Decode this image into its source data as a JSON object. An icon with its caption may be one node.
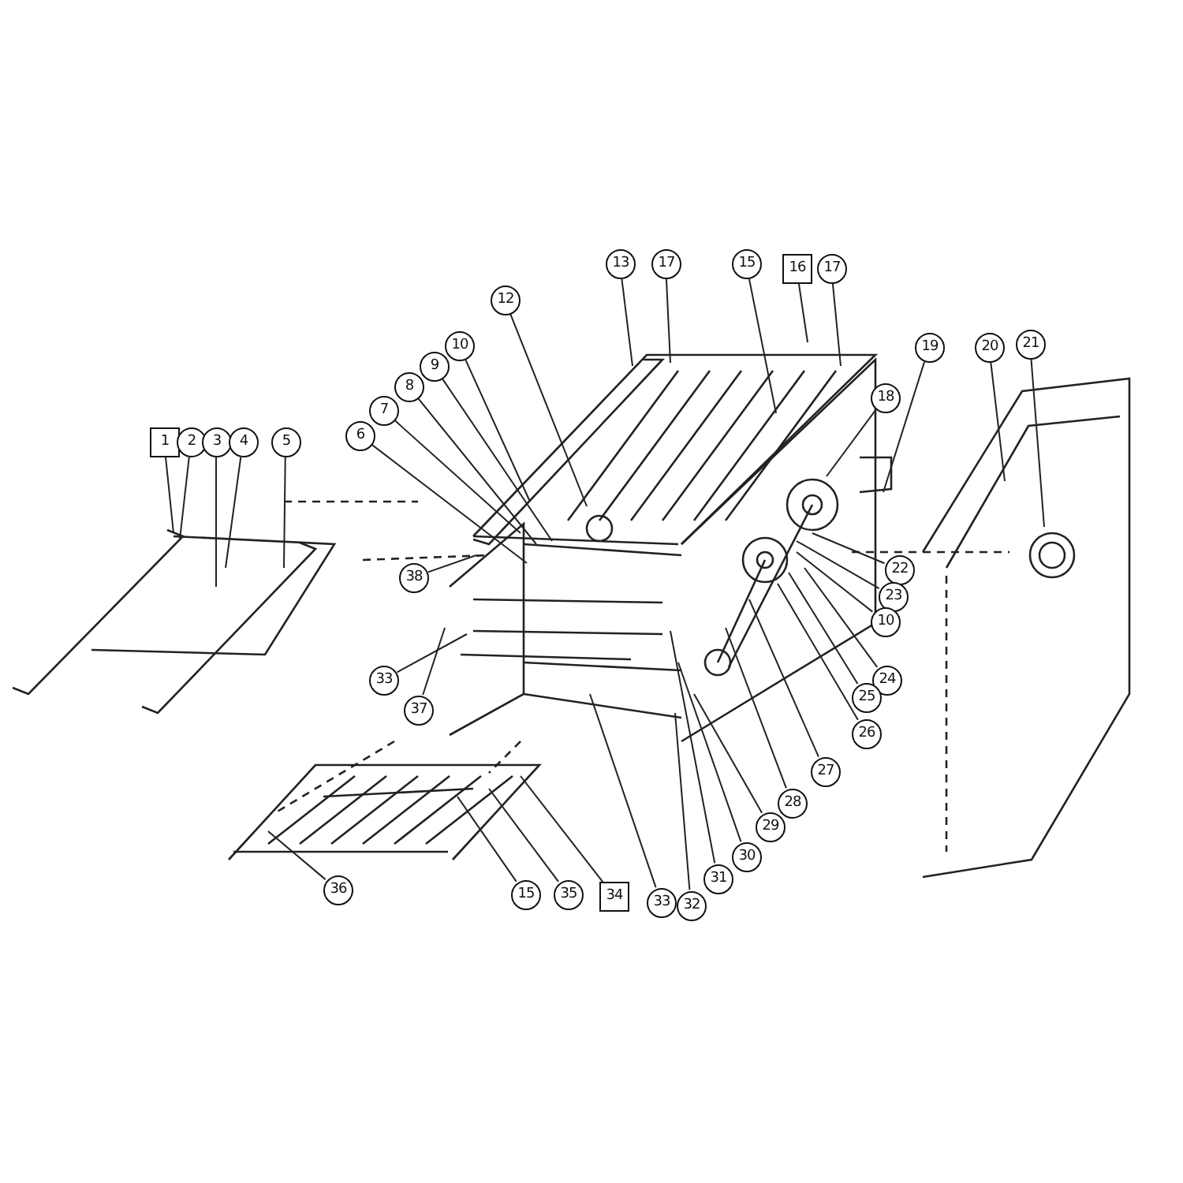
{
  "diagram": {
    "nodes": [
      {
        "text": [
          "1"
        ]
      },
      {
        "text": [
          "2"
        ]
      },
      {
        "text": [
          "3"
        ]
      },
      {
        "text": [
          "4"
        ]
      },
      {
        "text": [
          "5"
        ]
      },
      {
        "text": [
          "6"
        ]
      },
      {
        "text": [
          "7"
        ]
      },
      {
        "text": [
          "8"
        ]
      },
      {
        "text": [
          "9"
        ]
      },
      {
        "text": [
          "10"
        ]
      },
      {
        "text": [
          "12"
        ]
      },
      {
        "text": [
          "13"
        ]
      },
      {
        "text": [
          "17"
        ]
      },
      {
        "text": [
          "15"
        ]
      },
      {
        "text": [
          "16"
        ]
      },
      {
        "text": [
          "17"
        ]
      },
      {
        "text": [
          "19"
        ]
      },
      {
        "text": [
          "18"
        ]
      },
      {
        "text": [
          "20"
        ]
      },
      {
        "text": [
          "21"
        ]
      },
      {
        "text": [
          "22"
        ]
      },
      {
        "text": [
          "23"
        ]
      },
      {
        "text": [
          "10"
        ]
      },
      {
        "text": [
          "24"
        ]
      },
      {
        "text": [
          "25"
        ]
      },
      {
        "text": [
          "26"
        ]
      },
      {
        "text": [
          "27"
        ]
      },
      {
        "text": [
          "28"
        ]
      },
      {
        "text": [
          "29"
        ]
      },
      {
        "text": [
          "30"
        ]
      },
      {
        "text": [
          "31"
        ]
      },
      {
        "text": [
          "32"
        ]
      },
      {
        "text": [
          "33"
        ]
      },
      {
        "text": [
          "34"
        ]
      },
      {
        "text": [
          "35"
        ]
      },
      {
        "text": [
          "15"
        ]
      },
      {
        "text": [
          "36"
        ]
      },
      {
        "text": [
          "37"
        ]
      },
      {
        "text": [
          "33"
        ]
      },
      {
        "text": [
          "38"
        ]
      }
    ],
    "edges": [
      {
        "from": 0,
        "to": null,
        "arrow": "none"
      },
      {
        "from": 1,
        "to": null,
        "arrow": "none"
      },
      {
        "from": 2,
        "to": null,
        "arrow": "none"
      },
      {
        "from": 3,
        "to": null,
        "arrow": "none"
      },
      {
        "from": 4,
        "to": null,
        "arrow": "none"
      },
      {
        "from": 5,
        "to": null,
        "arrow": "none"
      },
      {
        "from": 6,
        "to": null,
        "arrow": "none"
      },
      {
        "from": 7,
        "to": null,
        "arrow": "none"
      },
      {
        "from": 8,
        "to": null,
        "arrow": "none"
      },
      {
        "from": 9,
        "to": null,
        "arrow": "none"
      },
      {
        "from": 10,
        "to": null,
        "arrow": "none"
      },
      {
        "from": 11,
        "to": null,
        "arrow": "none"
      },
      {
        "from": 12,
        "to": null,
        "arrow": "none"
      },
      {
        "from": 13,
        "to": null,
        "arrow": "none"
      },
      {
        "from": 14,
        "to": null,
        "arrow": "none"
      },
      {
        "from": 15,
        "to": null,
        "arrow": "none"
      },
      {
        "from": 16,
        "to": null,
        "arrow": "none"
      },
      {
        "from": 17,
        "to": null,
        "arrow": "none"
      },
      {
        "from": 18,
        "to": null,
        "arrow": "none"
      },
      {
        "from": 19,
        "to": null,
        "arrow": "none"
      },
      {
        "from": 20,
        "to": null,
        "arrow": "none"
      },
      {
        "from": 21,
        "to": null,
        "arrow": "none"
      },
      {
        "from": 22,
        "to": null,
        "arrow": "none"
      },
      {
        "from": 23,
        "to": null,
        "arrow": "none"
      },
      {
        "from": 24,
        "to": null,
        "arrow": "none"
      },
      {
        "from": 25,
        "to": null,
        "arrow": "none"
      },
      {
        "from": 26,
        "to": null,
        "arrow": "none"
      },
      {
        "from": 27,
        "to": null,
        "arrow": "none"
      },
      {
        "from": 28,
        "to": null,
        "arrow": "none"
      },
      {
        "from": 29,
        "to": null,
        "arrow": "none"
      },
      {
        "from": 30,
        "to": null,
        "arrow": "none"
      },
      {
        "from": 31,
        "to": null,
        "arrow": "none"
      },
      {
        "from": 32,
        "to": null,
        "arrow": "none"
      },
      {
        "from": 33,
        "to": null,
        "arrow": "none"
      },
      {
        "from": 34,
        "to": null,
        "arrow": "none"
      },
      {
        "from": 35,
        "to": null,
        "arrow": "none"
      },
      {
        "from": 36,
        "to": null,
        "arrow": "none"
      },
      {
        "from": 37,
        "to": null,
        "arrow": "none"
      },
      {
        "from": 38,
        "to": null,
        "arrow": "none"
      },
      {
        "from": 39,
        "to": null,
        "arrow": "none"
      }
    ]
  }
}
